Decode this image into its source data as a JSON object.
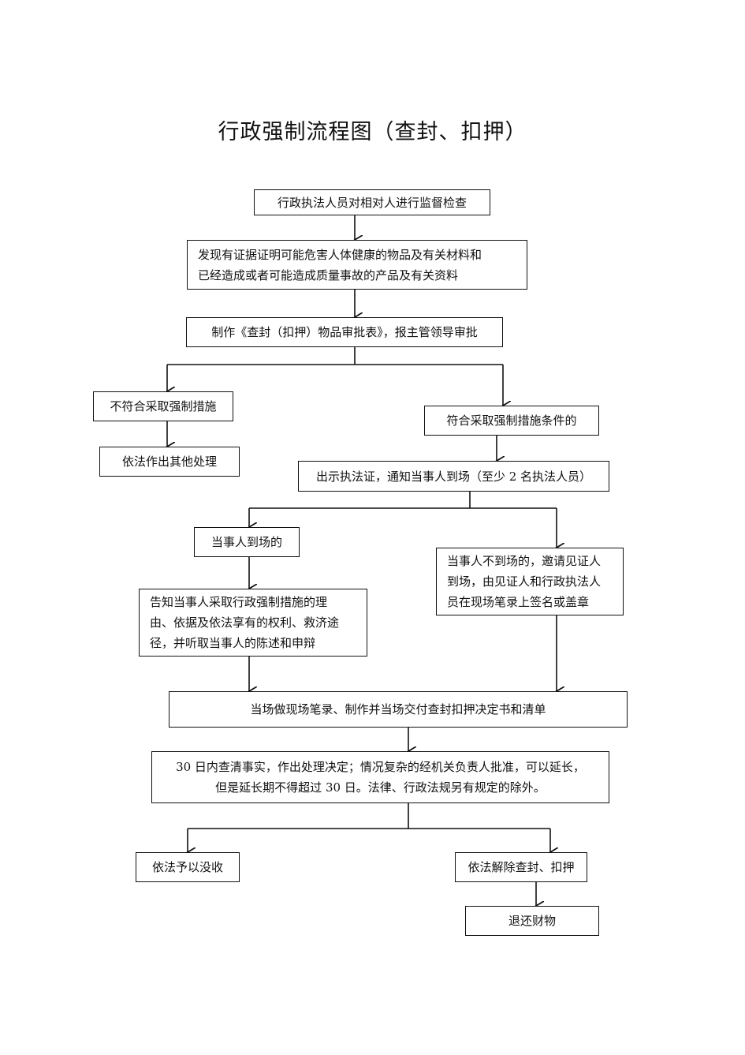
{
  "title": "行政强制流程图（查封、扣押）",
  "nodes": {
    "inspect": "行政执法人员对相对人进行监督检查",
    "evidence": "发现有证据证明可能危害人体健康的物品及有关材料和\n已经造成或者可能造成质量事故的产品及有关资料",
    "approval": "制作《查封（扣押）物品审批表》，报主管领导审批",
    "not_meet": "不符合采取强制措施",
    "other": "依法作出其他处理",
    "meet": "符合采取强制措施条件的",
    "notify": "出示执法证，通知当事人到场（至少 2 名执法人员）",
    "present": "当事人到场的",
    "absent": "当事人不到场的，邀请见证人\n到场，由见证人和行政执法人\n员在现场笔录上签名或盖章",
    "inform": "告知当事人采取行政强制措施的理\n由、依据及依法享有的权利、救济途\n径，并听取当事人的陈述和申辩",
    "record": "当场做现场笔录、制作并当场交付查封扣押决定书和清单",
    "decide": "30 日内查清事实，作出处理决定；情况复杂的经机关负责人批准，可以延长，\n但是延长期不得超过 30 日。法律、行政法规另有规定的除外。",
    "confiscate": "依法予以没收",
    "release": "依法解除查封、扣押",
    "return": "退还财物"
  }
}
